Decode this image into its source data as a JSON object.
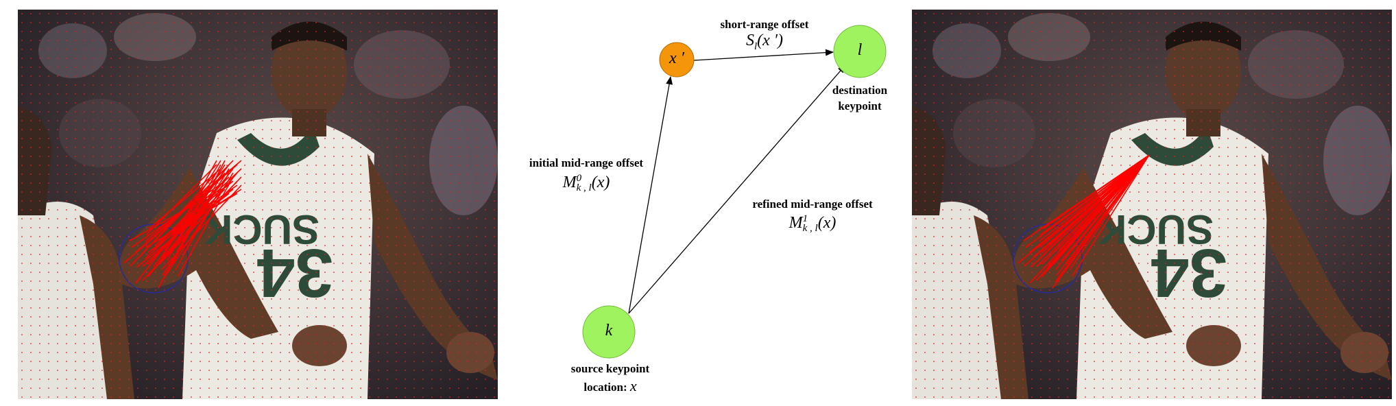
{
  "panels": {
    "left_photo": {
      "description_icon": "basketball-player-photo",
      "arrow_style": "converging-to-elbow"
    },
    "right_photo": {
      "description_icon": "basketball-player-photo",
      "arrow_style": "diverging-to-shoulder"
    }
  },
  "nodes": {
    "source": {
      "symbol": "k",
      "color": "#9ef35e"
    },
    "intermediate": {
      "symbol": "x ′",
      "color": "#f5960a"
    },
    "destination": {
      "symbol": "l",
      "color": "#9ef35e"
    }
  },
  "labels": {
    "short_range_title": "short-range offset",
    "short_range_formula": "S",
    "short_range_sub": "l",
    "short_range_arg": "(x ′)",
    "initial_title": "initial mid-range offset",
    "initial_formula": "M",
    "initial_sup": "0",
    "initial_sub": "k , l",
    "initial_arg": "(x)",
    "refined_title": "refined mid-range offset",
    "refined_formula": "M",
    "refined_sup": "1",
    "refined_sub": "k , l",
    "refined_arg": "(x)",
    "destination_line1": "destination",
    "destination_line2": "keypoint",
    "source_line1": "source keypoint",
    "source_line2": "location: ",
    "source_var": "x"
  },
  "colors": {
    "arrow_overlay": "#ff0000",
    "circle_overlay": "#2a2a9a",
    "grid_dots": "#e02020"
  }
}
